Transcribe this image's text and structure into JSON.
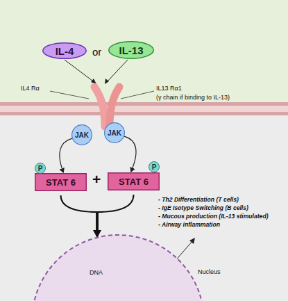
{
  "diagram": {
    "nodes": [
      {
        "text": [
          "IL-4"
        ]
      },
      {
        "text": [
          "IL-13"
        ]
      },
      {
        "text": [
          "JAK"
        ]
      },
      {
        "text": [
          "JAK"
        ]
      },
      {
        "text": [
          "P"
        ]
      },
      {
        "text": [
          "P"
        ]
      },
      {
        "text": [
          "STAT 6"
        ]
      },
      {
        "text": [
          "STAT 6"
        ]
      },
      {
        "text": [
          "DNA",
          "Nucleus"
        ]
      }
    ],
    "edges": [
      {
        "from": 2,
        "to": 6,
        "arrow": "to"
      },
      {
        "from": 3,
        "to": 7,
        "arrow": "to"
      },
      {
        "from": 6,
        "to": 8,
        "arrow": "to"
      },
      {
        "from": 7,
        "to": 8,
        "arrow": "to"
      }
    ],
    "labels": [
      "or",
      "IL4 Rα",
      "IL13 Rα1",
      "(γ chain if binding to IL-13)",
      "+",
      "- Th2 Differentiation (T cells)",
      "- IgE Isotype Switching (B cells)",
      "- Mucous production (IL-13 stimulated)",
      "- Airway inflammation"
    ]
  }
}
